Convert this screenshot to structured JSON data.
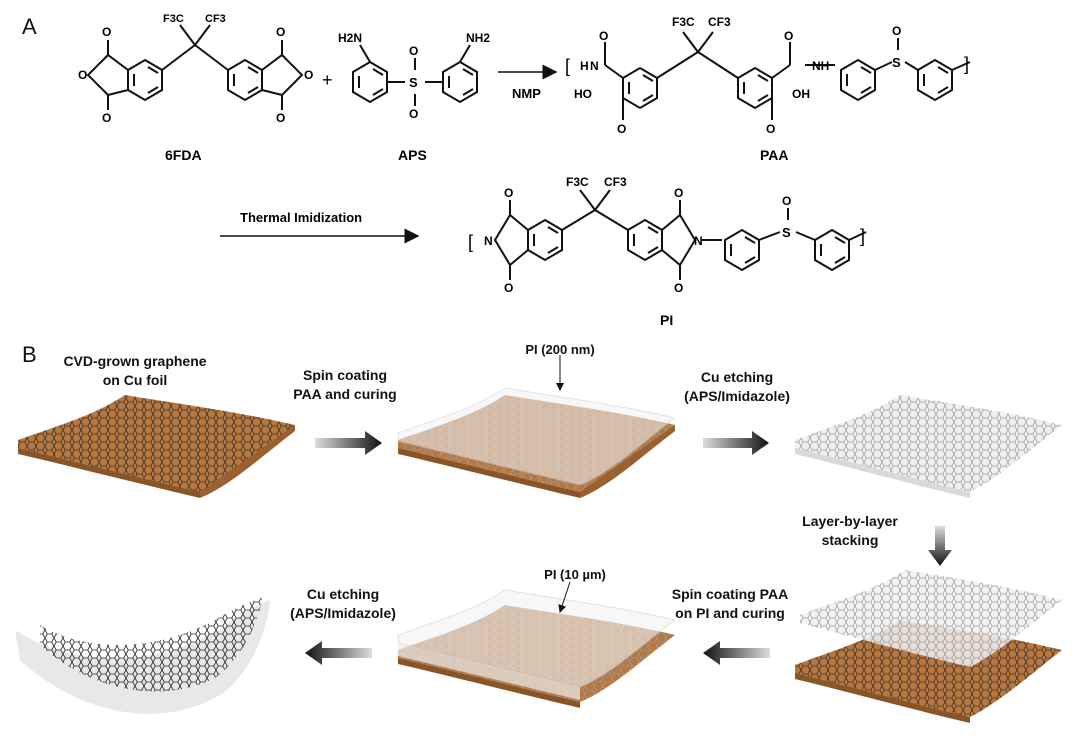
{
  "panel_a": {
    "letter": "A",
    "reactant1": "6FDA",
    "plus": "+",
    "reactant2": "APS",
    "reagent": "NMP",
    "product1": "PAA",
    "step2": "Thermal Imidization",
    "product2": "PI",
    "groups": {
      "cf3_left": "F3C",
      "cf3_right": "CF3",
      "amine": "H2N",
      "amine2": "NH2",
      "sulfur": "S",
      "oxygen": "O",
      "nh": "NH",
      "hn": "H",
      "n": "N",
      "ho": "HO",
      "oh": "OH"
    }
  },
  "panel_b": {
    "letter": "B",
    "start_label": "CVD-grown graphene\non Cu foil",
    "step1": "Spin coating\nPAA and curing",
    "callout1": "PI (200 nm)",
    "step2": "Cu etching\n(APS/Imidazole)",
    "step3": "Layer-by-layer\nstacking",
    "step4": "Spin coating PAA\non PI and curing",
    "callout2": "PI (10 µm)",
    "step5": "Cu etching\n(APS/Imidazole)"
  },
  "colors": {
    "copper": "#b8773f",
    "copper_dark": "#8a5526",
    "pi_film": "#e6e6e6",
    "graphene": "#2a2a2a",
    "arrow": "#222222"
  }
}
